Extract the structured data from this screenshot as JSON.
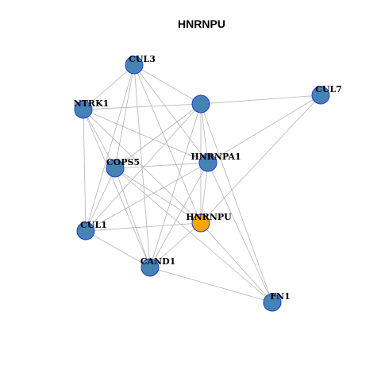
{
  "graph": {
    "title": "HNRNPU",
    "colors": {
      "node": "#4682b4",
      "highlight": "#ffa500",
      "node_border": "#1f3fd1",
      "edge": "#b3b3b3"
    },
    "nodes": [
      {
        "id": "cul3",
        "label": "CUL3",
        "highlight": false
      },
      {
        "id": "unlabeled",
        "label": "",
        "highlight": false
      },
      {
        "id": "cul7",
        "label": "CUL7",
        "highlight": false
      },
      {
        "id": "ntrk1",
        "label": "NTRK1",
        "highlight": false
      },
      {
        "id": "cops5",
        "label": "COPS5",
        "highlight": false
      },
      {
        "id": "hnrnpa1",
        "label": "HNRNPA1",
        "highlight": false
      },
      {
        "id": "hnrnpu",
        "label": "HNRNPU",
        "highlight": true
      },
      {
        "id": "cul1",
        "label": "CUL1",
        "highlight": false
      },
      {
        "id": "cand1",
        "label": "CAND1",
        "highlight": false
      },
      {
        "id": "fn1",
        "label": "FN1",
        "highlight": false
      }
    ],
    "edges": [
      [
        "cul3",
        "ntrk1"
      ],
      [
        "cul3",
        "unlabeled"
      ],
      [
        "cul3",
        "cops5"
      ],
      [
        "cul3",
        "hnrnpa1"
      ],
      [
        "cul3",
        "hnrnpu"
      ],
      [
        "cul3",
        "cul1"
      ],
      [
        "cul3",
        "cand1"
      ],
      [
        "ntrk1",
        "unlabeled"
      ],
      [
        "ntrk1",
        "cops5"
      ],
      [
        "ntrk1",
        "hnrnpa1"
      ],
      [
        "ntrk1",
        "hnrnpu"
      ],
      [
        "ntrk1",
        "cul1"
      ],
      [
        "ntrk1",
        "cand1"
      ],
      [
        "unlabeled",
        "cul7"
      ],
      [
        "unlabeled",
        "cops5"
      ],
      [
        "unlabeled",
        "hnrnpa1"
      ],
      [
        "unlabeled",
        "hnrnpu"
      ],
      [
        "unlabeled",
        "cul1"
      ],
      [
        "unlabeled",
        "cand1"
      ],
      [
        "unlabeled",
        "fn1"
      ],
      [
        "cul7",
        "hnrnpa1"
      ],
      [
        "cul7",
        "hnrnpu"
      ],
      [
        "cops5",
        "hnrnpa1"
      ],
      [
        "cops5",
        "hnrnpu"
      ],
      [
        "cops5",
        "cul1"
      ],
      [
        "cops5",
        "cand1"
      ],
      [
        "cops5",
        "fn1"
      ],
      [
        "hnrnpa1",
        "hnrnpu"
      ],
      [
        "hnrnpa1",
        "cul1"
      ],
      [
        "hnrnpa1",
        "cand1"
      ],
      [
        "hnrnpa1",
        "fn1"
      ],
      [
        "hnrnpu",
        "cul1"
      ],
      [
        "hnrnpu",
        "cand1"
      ],
      [
        "hnrnpu",
        "fn1"
      ],
      [
        "cul1",
        "cand1"
      ],
      [
        "cand1",
        "fn1"
      ]
    ]
  }
}
